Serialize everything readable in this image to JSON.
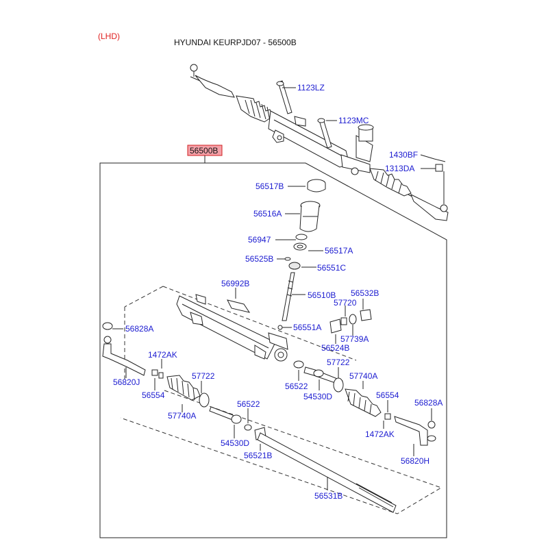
{
  "header": {
    "region": "(LHD)",
    "title": "HYUNDAI KEURPJD07 - 56500B"
  },
  "assembly": {
    "label": "56500B",
    "box_fill": "#f4a0a8",
    "box_stroke": "#d02020"
  },
  "colors": {
    "part_label": "#1a1ad0",
    "title": "#111111",
    "region": "#e02020"
  },
  "parts": [
    "1123LZ",
    "1123MC",
    "1430BF",
    "1313DA",
    "56517B",
    "56516A",
    "56947",
    "56517A",
    "56525B",
    "56551C",
    "56992B",
    "56510B",
    "56532B",
    "57720",
    "56551A",
    "57739A",
    "56524B",
    "56828A",
    "1472AK",
    "56820J",
    "56554",
    "57722",
    "57740A",
    "56522",
    "54530D",
    "56521B",
    "57722",
    "57740A",
    "56522",
    "54530D",
    "56554",
    "56828A",
    "1472AK",
    "56820H",
    "56531B"
  ]
}
